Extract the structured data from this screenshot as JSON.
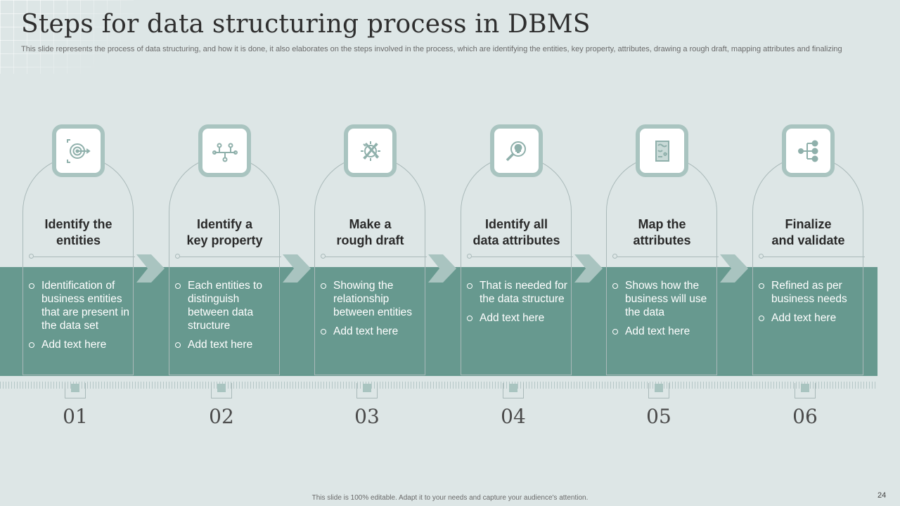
{
  "title": "Steps for data structuring process in DBMS",
  "subtitle": "This slide represents the process of data structuring, and how it is done, it also elaborates on the steps involved in the process, which are identifying the entities, key property, attributes, drawing a rough draft, mapping attributes and finalizing",
  "colors": {
    "band": "#67998f",
    "tile_border": "#a9c4c0",
    "icon": "#8fb0ab",
    "background": "#dde6e6"
  },
  "steps": [
    {
      "number": "01",
      "title_line1": "Identify the",
      "title_line2": "entities",
      "icon": "target-icon",
      "bullets": [
        "Identification of business entities that are present in the data set",
        "Add text here"
      ]
    },
    {
      "number": "02",
      "title_line1": "Identify a",
      "title_line2": "key property",
      "icon": "network-nodes-icon",
      "bullets": [
        "Each entities to distinguish between data structure",
        "Add text here"
      ]
    },
    {
      "number": "03",
      "title_line1": "Make a",
      "title_line2": "rough draft",
      "icon": "tools-gear-icon",
      "bullets": [
        "Showing the relationship between entities",
        "Add text here"
      ]
    },
    {
      "number": "04",
      "title_line1": "Identify all",
      "title_line2": "data attributes",
      "icon": "magnifier-bulb-icon",
      "bullets": [
        "That is needed for the data structure",
        "Add text here"
      ]
    },
    {
      "number": "05",
      "title_line1": "Map the",
      "title_line2": "attributes",
      "icon": "document-map-icon",
      "bullets": [
        "Shows how the business will use the data",
        "Add text here"
      ]
    },
    {
      "number": "06",
      "title_line1": "Finalize",
      "title_line2": "and validate",
      "icon": "hierarchy-icon",
      "bullets": [
        "Refined as per business needs",
        "Add text here"
      ]
    }
  ],
  "footer": "This slide is 100% editable. Adapt it to your needs and capture your audience's attention.",
  "page_number": "24"
}
